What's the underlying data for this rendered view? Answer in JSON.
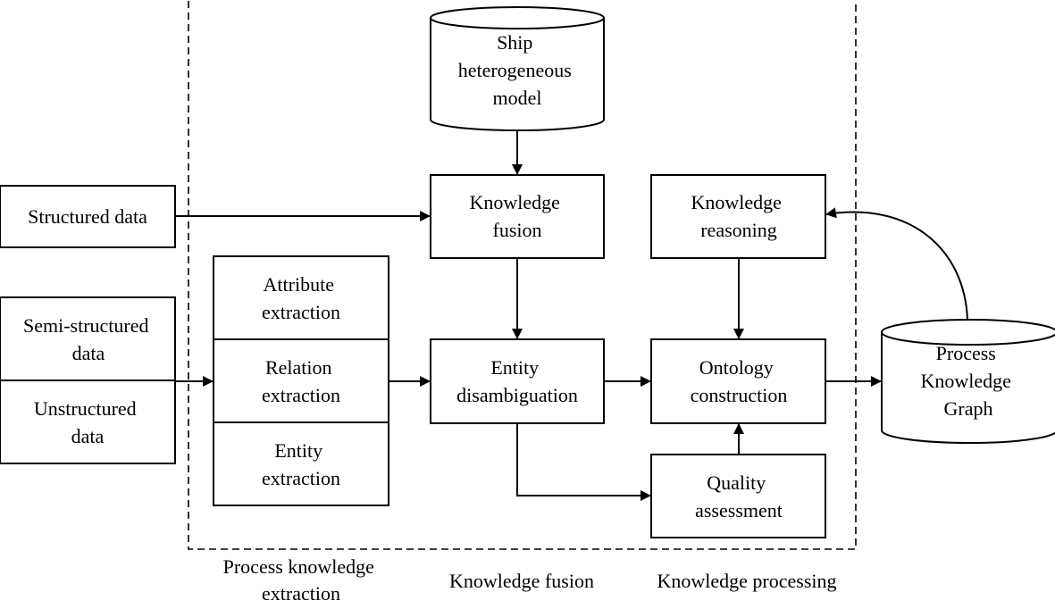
{
  "inputs": {
    "structured": "Structured data",
    "semi_structured": [
      "Semi-structured",
      "data"
    ],
    "unstructured": [
      "Unstructured",
      "data"
    ]
  },
  "extraction": {
    "attribute": [
      "Attribute",
      "extraction"
    ],
    "relation": [
      "Relation",
      "extraction"
    ],
    "entity": [
      "Entity",
      "extraction"
    ]
  },
  "fusion": {
    "ship_model": [
      "Ship",
      "heterogeneous",
      "model"
    ],
    "knowledge_fusion": [
      "Knowledge",
      "fusion"
    ],
    "entity_disambiguation": [
      "Entity",
      "disambiguation"
    ]
  },
  "processing": {
    "knowledge_reasoning": [
      "Knowledge",
      "reasoning"
    ],
    "ontology_construction": [
      "Ontology",
      "construction"
    ],
    "quality_assessment": [
      "Quality",
      "assessment"
    ]
  },
  "output": {
    "graph": [
      "Process",
      "Knowledge",
      "Graph"
    ]
  },
  "stage_labels": {
    "extraction": [
      "Process knowledge",
      "extraction"
    ],
    "fusion": "Knowledge fusion",
    "processing": "Knowledge processing"
  }
}
